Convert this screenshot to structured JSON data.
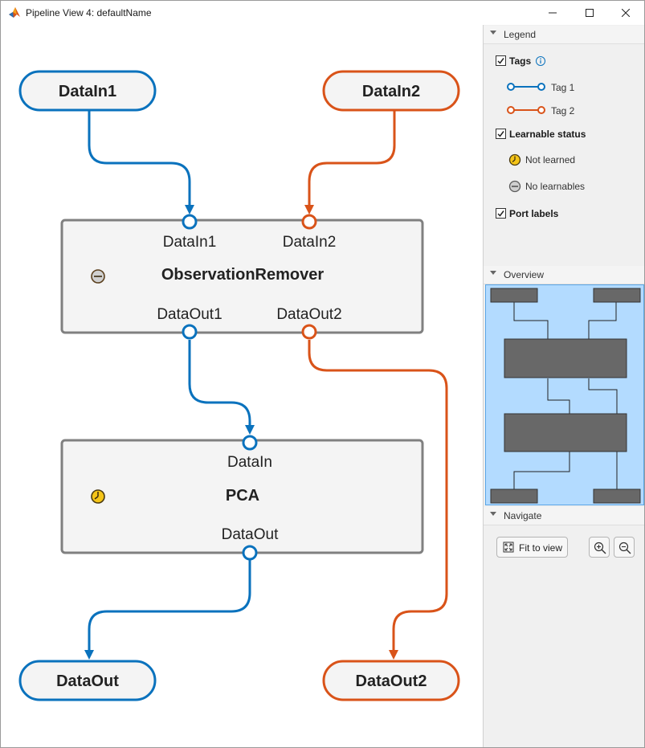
{
  "window": {
    "title": "Pipeline View 4: defaultName"
  },
  "colors": {
    "tag1": "#0a72bd",
    "tag2": "#d95319",
    "node_border": "#808080",
    "node_fill": "#f4f4f4",
    "overview_bg": "#b3dbff",
    "overview_block": "#686868"
  },
  "pipeline": {
    "inputs": [
      {
        "label": "DataIn1",
        "tag": "Tag 1"
      },
      {
        "label": "DataIn2",
        "tag": "Tag 2"
      }
    ],
    "components": [
      {
        "name": "ObservationRemover",
        "status": "No learnables",
        "status_icon": "no-learnables-icon",
        "input_ports": [
          "DataIn1",
          "DataIn2"
        ],
        "output_ports": [
          "DataOut1",
          "DataOut2"
        ]
      },
      {
        "name": "PCA",
        "status": "Not learned",
        "status_icon": "not-learned-icon",
        "input_ports": [
          "DataIn"
        ],
        "output_ports": [
          "DataOut"
        ]
      }
    ],
    "outputs": [
      {
        "label": "DataOut",
        "tag": "Tag 1"
      },
      {
        "label": "DataOut2",
        "tag": "Tag 2"
      }
    ]
  },
  "legend": {
    "header": "Legend",
    "tags": {
      "label": "Tags",
      "checked": true,
      "info_icon": "info-icon"
    },
    "tag_items": [
      {
        "label": "Tag 1",
        "color": "#0a72bd"
      },
      {
        "label": "Tag 2",
        "color": "#d95319"
      }
    ],
    "learnable": {
      "label": "Learnable status",
      "checked": true
    },
    "learnable_items": [
      {
        "label": "Not learned",
        "icon": "not-learned-icon"
      },
      {
        "label": "No learnables",
        "icon": "no-learnables-icon"
      }
    ],
    "port_labels": {
      "label": "Port labels",
      "checked": true
    }
  },
  "overview": {
    "header": "Overview"
  },
  "navigate": {
    "header": "Navigate",
    "fit_label": "Fit to view",
    "zoom_in_icon": "zoom-in-icon",
    "zoom_out_icon": "zoom-out-icon"
  }
}
